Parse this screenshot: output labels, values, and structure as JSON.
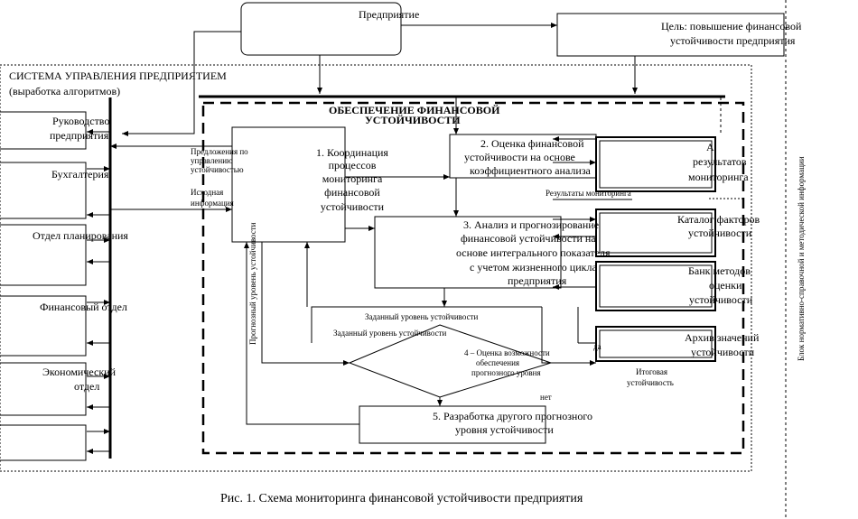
{
  "enterprise": "Предприятие",
  "goal": [
    "Цель:  повышение финансовой",
    "устойчивости предприятия"
  ],
  "system": [
    "СИСТЕМА УПРАВЛЕНИЯ ПРЕДПРИЯТИЕМ",
    "(выработка алгоритмов)"
  ],
  "departments": [
    {
      "lines": [
        "Руководство",
        "предприятия"
      ]
    },
    {
      "lines": [
        "Бухгалтерия"
      ]
    },
    {
      "lines": [
        "Отдел планирования"
      ]
    },
    {
      "lines": [
        "Финансовый отдел"
      ]
    },
    {
      "lines": [
        "Экономический",
        "отдел"
      ]
    },
    {
      "lines": [
        ""
      ]
    }
  ],
  "main_block": [
    "ОБЕСПЕЧЕНИЕ  ФИНАНСОВОЙ",
    "УСТОЙЧИВОСТИ"
  ],
  "proposals": [
    "Предложения по",
    "управлению",
    "устойчивостью"
  ],
  "initial_info": [
    "Исходная",
    "информация"
  ],
  "coordination": [
    "1. Координация",
    "процессов",
    "мониторинга",
    "финансовой",
    "устойчивости"
  ],
  "step2": [
    "2. Оценка финансовой",
    "устойчивости на основе",
    "коэффициентного анализа"
  ],
  "step3": [
    "3. Анализ и прогнозирование",
    "финансовой устойчивости на",
    "основе интегрального показателя",
    "с учетом жизненного цикла",
    "предприятия"
  ],
  "monitoring_results": "Результаты мониторинга",
  "right_boxes": [
    {
      "lines": [
        "А",
        "результатов",
        "мониторинга"
      ]
    },
    {
      "lines": [
        "Каталог факторов",
        "устойчивости"
      ]
    },
    {
      "lines": [
        "Банк методов",
        "оценки",
        "устойчивости"
      ]
    },
    {
      "lines": [
        "Архив значений",
        "устойчивости"
      ]
    }
  ],
  "target_level_1": "Заданный уровень устойчивости",
  "target_level_2": "Заданный уровень устойчивости",
  "forecast_level": "Прогнозный уровень устойчивости",
  "step4": [
    "4 – Оценка возможности",
    "обеспечения",
    "прогнозного уровня"
  ],
  "yes": "да",
  "no": "нет",
  "final_level": [
    "Итоговая",
    "устойчивость"
  ],
  "step5": [
    "5. Разработка другого прогнозного",
    "уровня устойчивости"
  ],
  "side_block": "Блок нормативно-справочной и методической информации",
  "caption": "Рис. 1. Схема мониторинга финансовой устойчивости предприятия"
}
